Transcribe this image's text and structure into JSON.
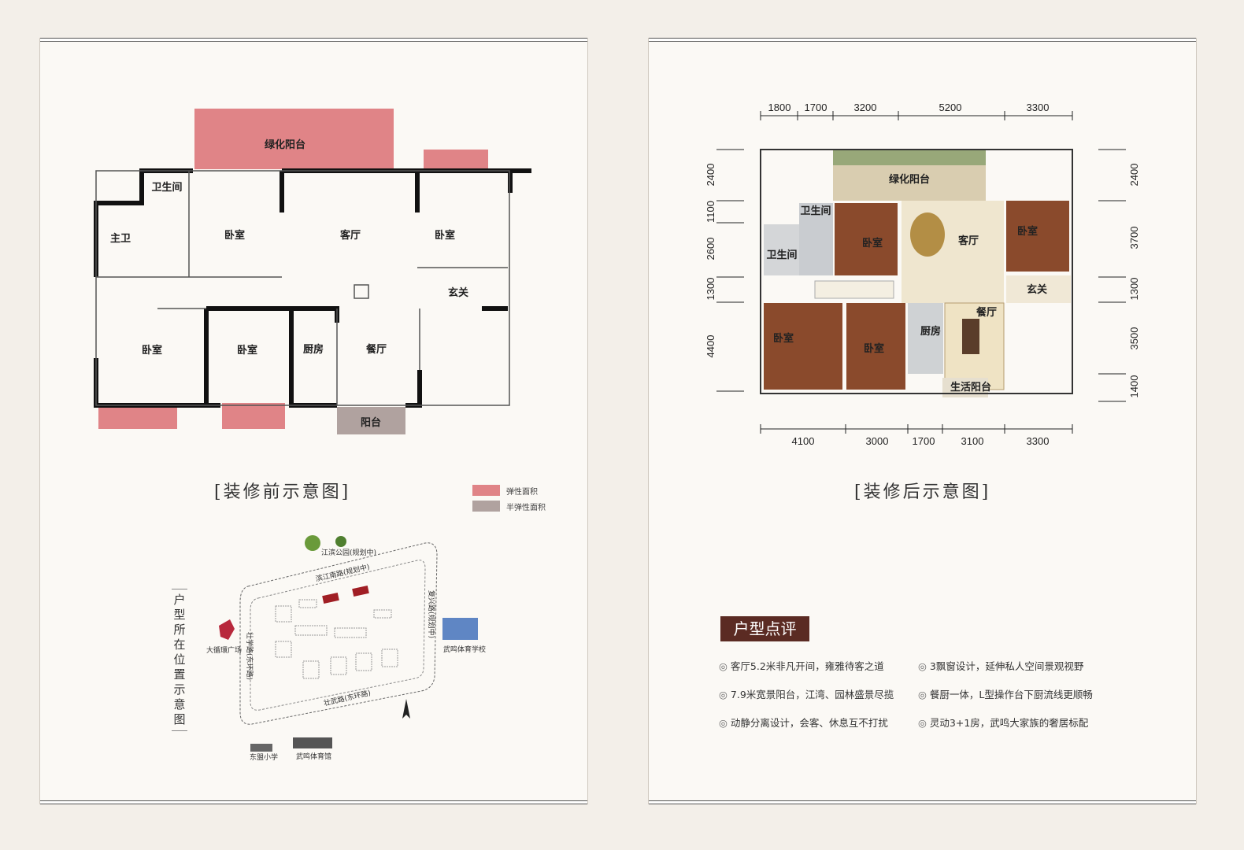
{
  "before": {
    "caption": "装修前示意图",
    "rooms": {
      "green_balcony": "绿化阳台",
      "bathroom": "卫生间",
      "master_bath": "主卫",
      "bedroom_a": "卧室",
      "living": "客厅",
      "bedroom_b": "卧室",
      "entrance": "玄关",
      "bedroom_c": "卧室",
      "bedroom_d": "卧室",
      "kitchen": "厨房",
      "dining": "餐厅",
      "balcony": "阳台"
    },
    "legend": [
      {
        "label": "弹性面积",
        "color": "#e08487"
      },
      {
        "label": "半弹性面积",
        "color": "#b0a29f"
      }
    ]
  },
  "location": {
    "title": "户型所在位置示意图",
    "labels": {
      "park": "江滨公园(规划中)",
      "road_north": "滨江南路(规划中)",
      "road_east": "复兴路(规划中)",
      "road_south": "壮武路(东环路)",
      "road_west": "壮学路(东环路)",
      "plaza": "大循環广场",
      "school": "武鸣体育学校",
      "primary": "东盟小学",
      "stadium": "武鸣体育馆"
    }
  },
  "after": {
    "caption": "装修后示意图",
    "dims_top": [
      "1800",
      "1700",
      "3200",
      "5200",
      "3300"
    ],
    "dims_bottom": [
      "4100",
      "3000",
      "1700",
      "3100",
      "3300"
    ],
    "dims_left": [
      "2400",
      "1100",
      "2600",
      "1300",
      "4400"
    ],
    "dims_right": [
      "2400",
      "3700",
      "1300",
      "3500",
      "1400"
    ],
    "rooms": {
      "green_balcony": "绿化阳台",
      "bathroom": "卫生间",
      "bathroom2": "卫生间",
      "bedroom_a": "卧室",
      "living": "客厅",
      "bedroom_b": "卧室",
      "entrance": "玄关",
      "bedroom_c": "卧室",
      "bedroom_d": "卧室",
      "kitchen": "厨房",
      "dining": "餐厅",
      "utility_balcony": "生活阳台"
    }
  },
  "review": {
    "title": "户型点评",
    "points": [
      "客厅5.2米非凡开间，雍雅待客之道",
      "3飘窗设计，延伸私人空间景观视野",
      "7.9米宽景阳台，江湾、园林盛景尽揽",
      "餐厨一体，L型操作台下厨流线更顺畅",
      "动静分离设计，会客、休息互不打扰",
      "灵动3+1房，武鸣大家族的奢居标配"
    ]
  }
}
